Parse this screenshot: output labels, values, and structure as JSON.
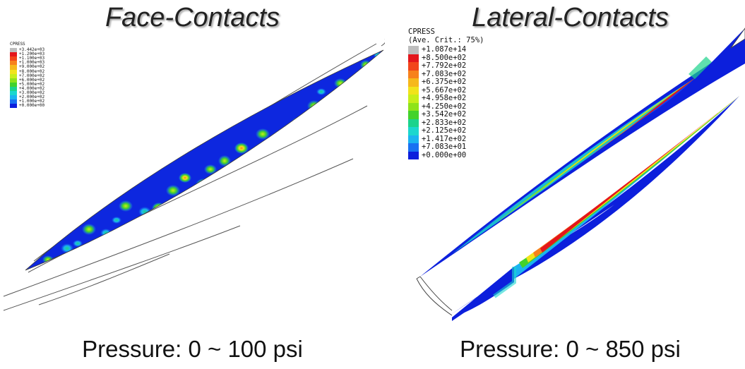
{
  "panels": [
    {
      "title": "Face-Contacts",
      "caption": "Pressure: 0 ~ 100 psi",
      "legend": {
        "header": [
          "CPRESS"
        ],
        "values": [
          "+3.442e+03",
          "+1.200e+03",
          "+1.100e+03",
          "+1.000e+03",
          "+9.000e+02",
          "+8.000e+02",
          "+7.000e+02",
          "+6.000e+02",
          "+5.000e+02",
          "+4.000e+02",
          "+3.000e+02",
          "+2.000e+02",
          "+1.000e+02",
          "+0.000e+00"
        ],
        "colors": [
          "#bdbdbd",
          "#e4161c",
          "#f2451b",
          "#f7811c",
          "#f6b81b",
          "#f1e31b",
          "#c7ee1a",
          "#8ee31a",
          "#43d22b",
          "#1bd38c",
          "#1bd7ce",
          "#1bb4f0",
          "#1871f2",
          "#0c1fdc"
        ]
      }
    },
    {
      "title": "Lateral-Contacts",
      "caption": "Pressure: 0 ~ 850 psi",
      "legend": {
        "header": [
          "CPRESS",
          "(Ave. Crit.: 75%)"
        ],
        "values": [
          "+1.087e+14",
          "+8.500e+02",
          "+7.792e+02",
          "+7.083e+02",
          "+6.375e+02",
          "+5.667e+02",
          "+4.958e+02",
          "+4.250e+02",
          "+3.542e+02",
          "+2.833e+02",
          "+2.125e+02",
          "+1.417e+02",
          "+7.083e+01",
          "+0.000e+00"
        ],
        "colors": [
          "#bdbdbd",
          "#e4161c",
          "#f2451b",
          "#f7811c",
          "#f6b81b",
          "#f1e31b",
          "#c7ee1a",
          "#8ee31a",
          "#43d22b",
          "#1bd38c",
          "#1bd7ce",
          "#1bb4f0",
          "#1871f2",
          "#0c1fdc"
        ]
      }
    }
  ]
}
